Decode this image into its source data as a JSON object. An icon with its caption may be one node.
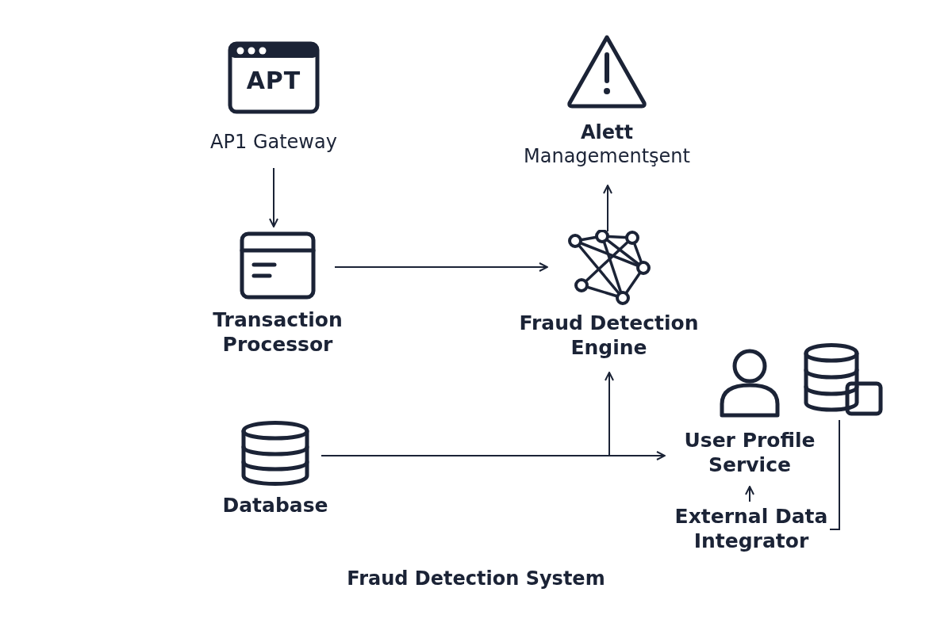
{
  "diagram": {
    "caption": "Fraud Detection System",
    "nodes": [
      {
        "text": [
          "APT",
          "AP1 Gateway"
        ]
      },
      {
        "text": [
          "Alett",
          "Managementşent"
        ]
      },
      {
        "text": [
          "Transaction Processor"
        ]
      },
      {
        "text": [
          "Fraud Detection Engine"
        ]
      },
      {
        "text": [
          "Database"
        ]
      },
      {
        "text": [
          "User Profile Service"
        ]
      },
      {
        "text": [
          "External Data Integrator"
        ]
      },
      {
        "text": [],
        "shape": "cylinder"
      }
    ],
    "edges": [
      {
        "from": 0,
        "to": 2,
        "arrow": "to"
      },
      {
        "from": 2,
        "to": 3,
        "arrow": "to"
      },
      {
        "from": 3,
        "to": 1,
        "arrow": "to"
      },
      {
        "from": 4,
        "to": 5,
        "arrow": "to"
      },
      {
        "from": 4,
        "to": 3,
        "arrow": "to"
      },
      {
        "from": 6,
        "to": 5,
        "arrow": "to"
      },
      {
        "from": 7,
        "to": 6,
        "arrow": "none"
      }
    ]
  }
}
